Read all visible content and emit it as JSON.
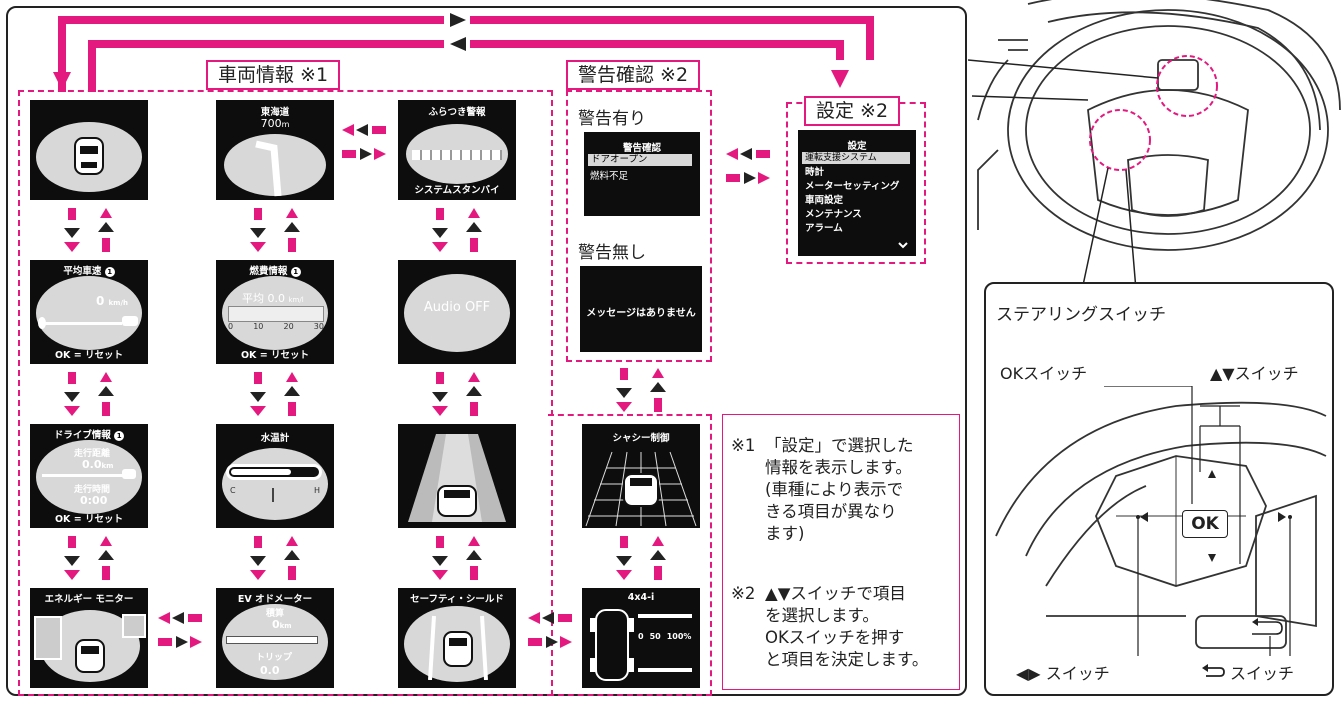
{
  "groups": {
    "vehicle_info": "車両情報 ※1",
    "warning_check": "警告確認 ※2",
    "settings": "設定 ※2"
  },
  "screens": {
    "avg_speed": {
      "title": "平均車速",
      "value": "0",
      "unit": "km/h",
      "footer": "OK = リセット"
    },
    "drive_info": {
      "title": "ドライブ情報",
      "dist_label": "走行距離",
      "dist_value": "0.0",
      "dist_unit": "km",
      "time_label": "走行時間",
      "time_value": "0:00",
      "footer": "OK = リセット"
    },
    "energy_monitor": {
      "title": "エネルギー モニター"
    },
    "tokaido": {
      "title": "東海道",
      "value": "700",
      "unit": "m"
    },
    "fuel": {
      "title": "燃費情報",
      "avg_label": "平均",
      "value": "0.0",
      "unit": "km/l",
      "ticks": [
        "0",
        "10",
        "20",
        "30"
      ],
      "footer": "OK = リセット"
    },
    "water_temp": {
      "title": "水温計",
      "low": "C",
      "high": "H"
    },
    "ev_odometer": {
      "title": "EV オドメーター",
      "cumulative_label": "積算",
      "cumulative_value": "0",
      "cumulative_unit": "km",
      "trip_label": "トリップ",
      "trip_value": "0.0"
    },
    "sway": {
      "title": "ふらつき警報",
      "footer": "システムスタンバイ"
    },
    "audio": {
      "text": "Audio OFF"
    },
    "safety_shield": {
      "title": "セーフティ・シールド"
    },
    "chassis": {
      "title": "シャシー制御"
    },
    "fourbyfour": {
      "title": "4x4-i",
      "ticks": [
        "0",
        "50",
        "100%"
      ]
    }
  },
  "warnings": {
    "present_label": "警告有り",
    "present_screen_title": "警告確認",
    "present_items": [
      "ドアオープン",
      "燃料不足"
    ],
    "absent_label": "警告無し",
    "absent_message": "メッセージはありません"
  },
  "settings_menu": {
    "title": "設定",
    "items": [
      "運転支援システム",
      "時計",
      "メーターセッティング",
      "車両設定",
      "メンテナンス",
      "アラーム"
    ]
  },
  "notes": {
    "note1_mark": "※1",
    "note1_lines": [
      "「設定」で選択した",
      "情報を表示します。",
      "(車種により表示で",
      "きる項目が異なり",
      "ます)"
    ],
    "note2_mark": "※2",
    "note2_lines": [
      "▲▼スイッチで項目",
      "を選択します。",
      "OKスイッチを押す",
      "と項目を決定します。"
    ]
  },
  "steering": {
    "title": "ステアリングスイッチ",
    "ok_switch": "OKスイッチ",
    "updown_switch": "▲▼スイッチ",
    "leftright_switch": "◀▶ スイッチ",
    "back_switch": "スイッチ",
    "ok_label": "OK"
  },
  "colors": {
    "accent": "#e4197f",
    "screen": "#0d0d0d"
  }
}
